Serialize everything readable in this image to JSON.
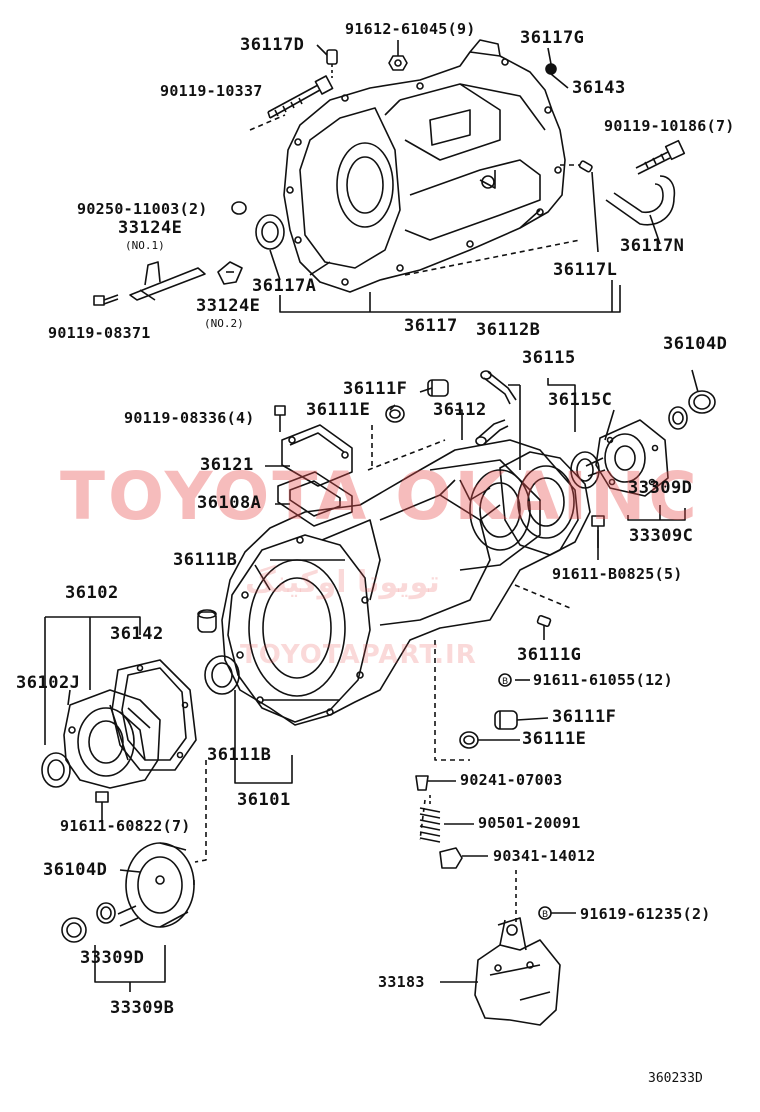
{
  "watermark": {
    "main": "TOYOTA OKAINC",
    "arabic": "تويوتا اوکینگ",
    "url": "TOYOTAPART.IR"
  },
  "diagram_code": "360233D",
  "labels": {
    "p36117D": "36117D",
    "p91612_61045": "91612-61045(9)",
    "p36117G": "36117G",
    "p90119_10337": "90119-10337",
    "p36143": "36143",
    "p90119_10186": "90119-10186(7)",
    "p90250_11003": "90250-11003(2)",
    "p33124E_1": "33124E",
    "no1": "(NO.1)",
    "p36117N": "36117N",
    "p36117L": "36117L",
    "p36117A": "36117A",
    "p33124E_2": "33124E",
    "no2": "(NO.2)",
    "p90119_08371": "90119-08371",
    "p36117": "36117",
    "p36112B": "36112B",
    "p36115": "36115",
    "p36104D_top": "36104D",
    "p36111F_top": "36111F",
    "p90119_08336": "90119-08336(4)",
    "p36111E_top": "36111E",
    "p36112": "36112",
    "p36115C": "36115C",
    "p36121": "36121",
    "p33309D_right": "33309D",
    "p36108A": "36108A",
    "p33309C": "33309C",
    "p36111B_top": "36111B",
    "p91611_B0825": "91611-B0825(5)",
    "p36102": "36102",
    "p36142": "36142",
    "p36111G": "36111G",
    "p36102J": "36102J",
    "p91611_61055": "91611-61055(12)",
    "p36111F_bot": "36111F",
    "p36111E_bot": "36111E",
    "p36111B_bot": "36111B",
    "p90241_07003": "90241-07003",
    "p36101": "36101",
    "p91611_60822": "91611-60822(7)",
    "p90501_20091": "90501-20091",
    "p90341_14012": "90341-14012",
    "p36104D_bot": "36104D",
    "p91619_61235": "91619-61235(2)",
    "p33183": "33183",
    "p33309D_bot": "33309D",
    "p33309B": "33309B"
  }
}
